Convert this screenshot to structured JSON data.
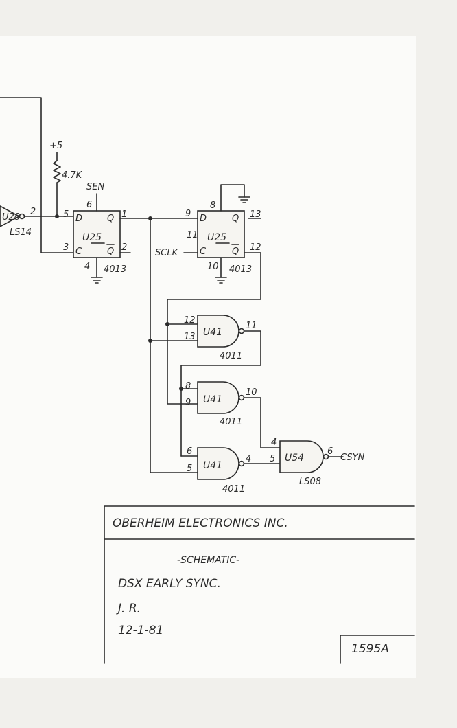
{
  "power": {
    "rail": "+5",
    "resistor": "4.7K"
  },
  "left_inverter": {
    "ref": "U28",
    "type": "LS14",
    "pin_out": "2"
  },
  "u25a": {
    "ref": "U25",
    "part": "4013",
    "signal": "SEN",
    "pin_d": "5",
    "pin_c": "3",
    "pin_q": "1",
    "pin_qbar": "2",
    "pin_top": "6",
    "pin_bottom": "4",
    "lbl_d": "D",
    "lbl_c": "C",
    "lbl_q": "Q",
    "lbl_qbar": "Q"
  },
  "u25b": {
    "ref": "U25",
    "part": "4013",
    "clock": "SCLK",
    "pin_d": "9",
    "pin_c": "11",
    "pin_q": "13",
    "pin_qbar": "12",
    "pin_top": "8",
    "pin_bottom": "10",
    "lbl_d": "D",
    "lbl_c": "C",
    "lbl_q": "Q",
    "lbl_qbar": "Q"
  },
  "nand1": {
    "ref": "U41",
    "part": "4011",
    "pin_a": "12",
    "pin_b": "13",
    "pin_out": "11"
  },
  "nand2": {
    "ref": "U41",
    "part": "4011",
    "pin_a": "8",
    "pin_b": "9",
    "pin_out": "10"
  },
  "nand3": {
    "ref": "U41",
    "part": "4011",
    "pin_a": "6",
    "pin_b": "5",
    "pin_out": "4"
  },
  "u54": {
    "ref": "U54",
    "part": "LS08",
    "pin_a": "4",
    "pin_b": "5",
    "pin_out": "6",
    "output": "CSYN"
  },
  "title_block": {
    "company": "OBERHEIM ELECTRONICS INC.",
    "heading": "-SCHEMATIC-",
    "title": "DSX EARLY SYNC.",
    "author": "J. R.",
    "date": "12-1-81",
    "drawing_no": "1595A"
  }
}
